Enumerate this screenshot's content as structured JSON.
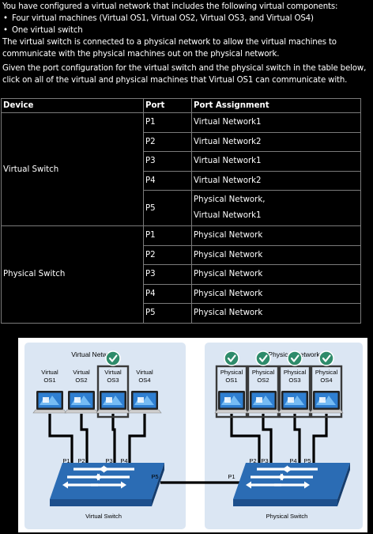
{
  "question": {
    "intro": "You have configured a virtual network that includes the following virtual components:",
    "bullets": [
      "Four virtual machines (Virtual OS1, Virtual OS2, Virtual OS3, and Virtual OS4)",
      "One virtual switch"
    ],
    "para1": "The virtual switch is connected to a physical network to allow the virtual machines to communicate with the physical machines out on the physical network.",
    "para2": "Given the port configuration for the virtual switch and the physical switch in the table below, click on all of the virtual and physical machines that Virtual OS1 can communicate with."
  },
  "table": {
    "headers": [
      "Device",
      "Port",
      "Port Assignment"
    ],
    "virtual_switch": {
      "device": "Virtual Switch",
      "rows": [
        {
          "port": "P1",
          "assignment": "Virtual Network1"
        },
        {
          "port": "P2",
          "assignment": "Virtual Network2"
        },
        {
          "port": "P3",
          "assignment": "Virtual Network1"
        },
        {
          "port": "P4",
          "assignment": "Virtual Network2"
        },
        {
          "port": "P5",
          "assignment_line1": "Physical Network,",
          "assignment_line2": "Virtual Network1"
        }
      ]
    },
    "physical_switch": {
      "device": "Physical Switch",
      "rows": [
        {
          "port": "P1",
          "assignment": "Physical Network"
        },
        {
          "port": "P2",
          "assignment": "Physical Network"
        },
        {
          "port": "P3",
          "assignment": "Physical Network"
        },
        {
          "port": "P4",
          "assignment": "Physical Network"
        },
        {
          "port": "P5",
          "assignment": "Physical Network"
        }
      ]
    }
  },
  "diagram": {
    "virtual_panel_title": "Virtual Network",
    "physical_panel_title": "Physical Network",
    "virtual_machines": [
      {
        "line1": "Virtual",
        "line2": "OS1",
        "selected": false,
        "port": "P1"
      },
      {
        "line1": "Virtual",
        "line2": "OS2",
        "selected": false,
        "port": "P2"
      },
      {
        "line1": "Virtual",
        "line2": "OS3",
        "selected": true,
        "port": "P3"
      },
      {
        "line1": "Virtual",
        "line2": "OS4",
        "selected": false,
        "port": "P4"
      }
    ],
    "physical_machines": [
      {
        "line1": "Physical",
        "line2": "OS1",
        "selected": true,
        "port": "P2"
      },
      {
        "line1": "Physical",
        "line2": "OS2",
        "selected": true,
        "port": "P3"
      },
      {
        "line1": "Physical",
        "line2": "OS3",
        "selected": true,
        "port": "P4"
      },
      {
        "line1": "Physical",
        "line2": "OS4",
        "selected": true,
        "port": "P5"
      }
    ],
    "virtual_switch_label": "Virtual Switch",
    "physical_switch_label": "Physical Switch",
    "virtual_uplink_port": "P5",
    "physical_uplink_port": "P1",
    "colors": {
      "panel": "#dbe6f3",
      "switch": "#2b6cb4",
      "check": "#2e8b6a",
      "wire": "#000000"
    }
  }
}
